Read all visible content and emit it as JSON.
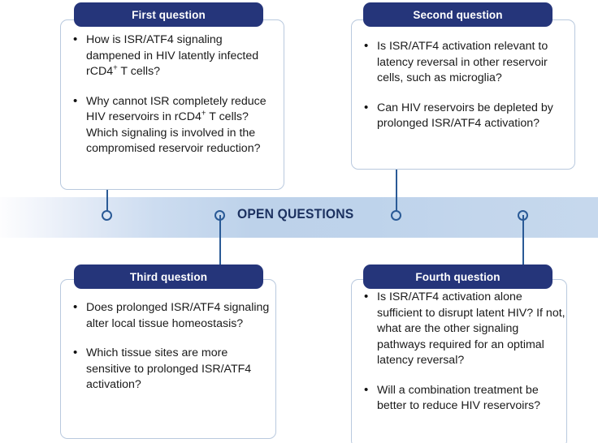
{
  "banner": {
    "title": "OPEN QUESTIONS",
    "accent_color": "#1c3160",
    "gradient_from": "#fdfdfe",
    "gradient_to": "#c6d8ed"
  },
  "theme": {
    "header_color": "#25357a",
    "card_border_color": "#b9c9de",
    "connector_color": "#2a5a96",
    "text_color": "#1a1a1a",
    "background": "#ffffff"
  },
  "cards": [
    {
      "id": "first-question",
      "header": "First question",
      "bullets": [
        "How is ISR/ATF4 signaling dampened in HIV latently infected rCD4+ T cells?",
        "Why cannot ISR completely reduce HIV reservoirs in rCD4+ T cells? Which signaling is involved in the compromised reservoir reduction?"
      ]
    },
    {
      "id": "second-question",
      "header": "Second question",
      "bullets": [
        "Is ISR/ATF4 activation relevant to latency reversal in other reservoir cells, such as microglia?",
        "Can HIV reservoirs be depleted by prolonged ISR/ATF4 activation?"
      ]
    },
    {
      "id": "third-question",
      "header": "Third question",
      "bullets": [
        "Does prolonged ISR/ATF4 signaling alter local tissue homeostasis?",
        "Which tissue sites are more sensitive to prolonged ISR/ATF4 activation?"
      ]
    },
    {
      "id": "fourth-question",
      "header": "Fourth question",
      "bullets": [
        "Is ISR/ATF4 activation alone sufficient to disrupt latent HIV? If not, what are the other signaling pathways required for an optimal latency reversal?",
        "Will a combination treatment be better to reduce HIV reservoirs?"
      ]
    }
  ]
}
